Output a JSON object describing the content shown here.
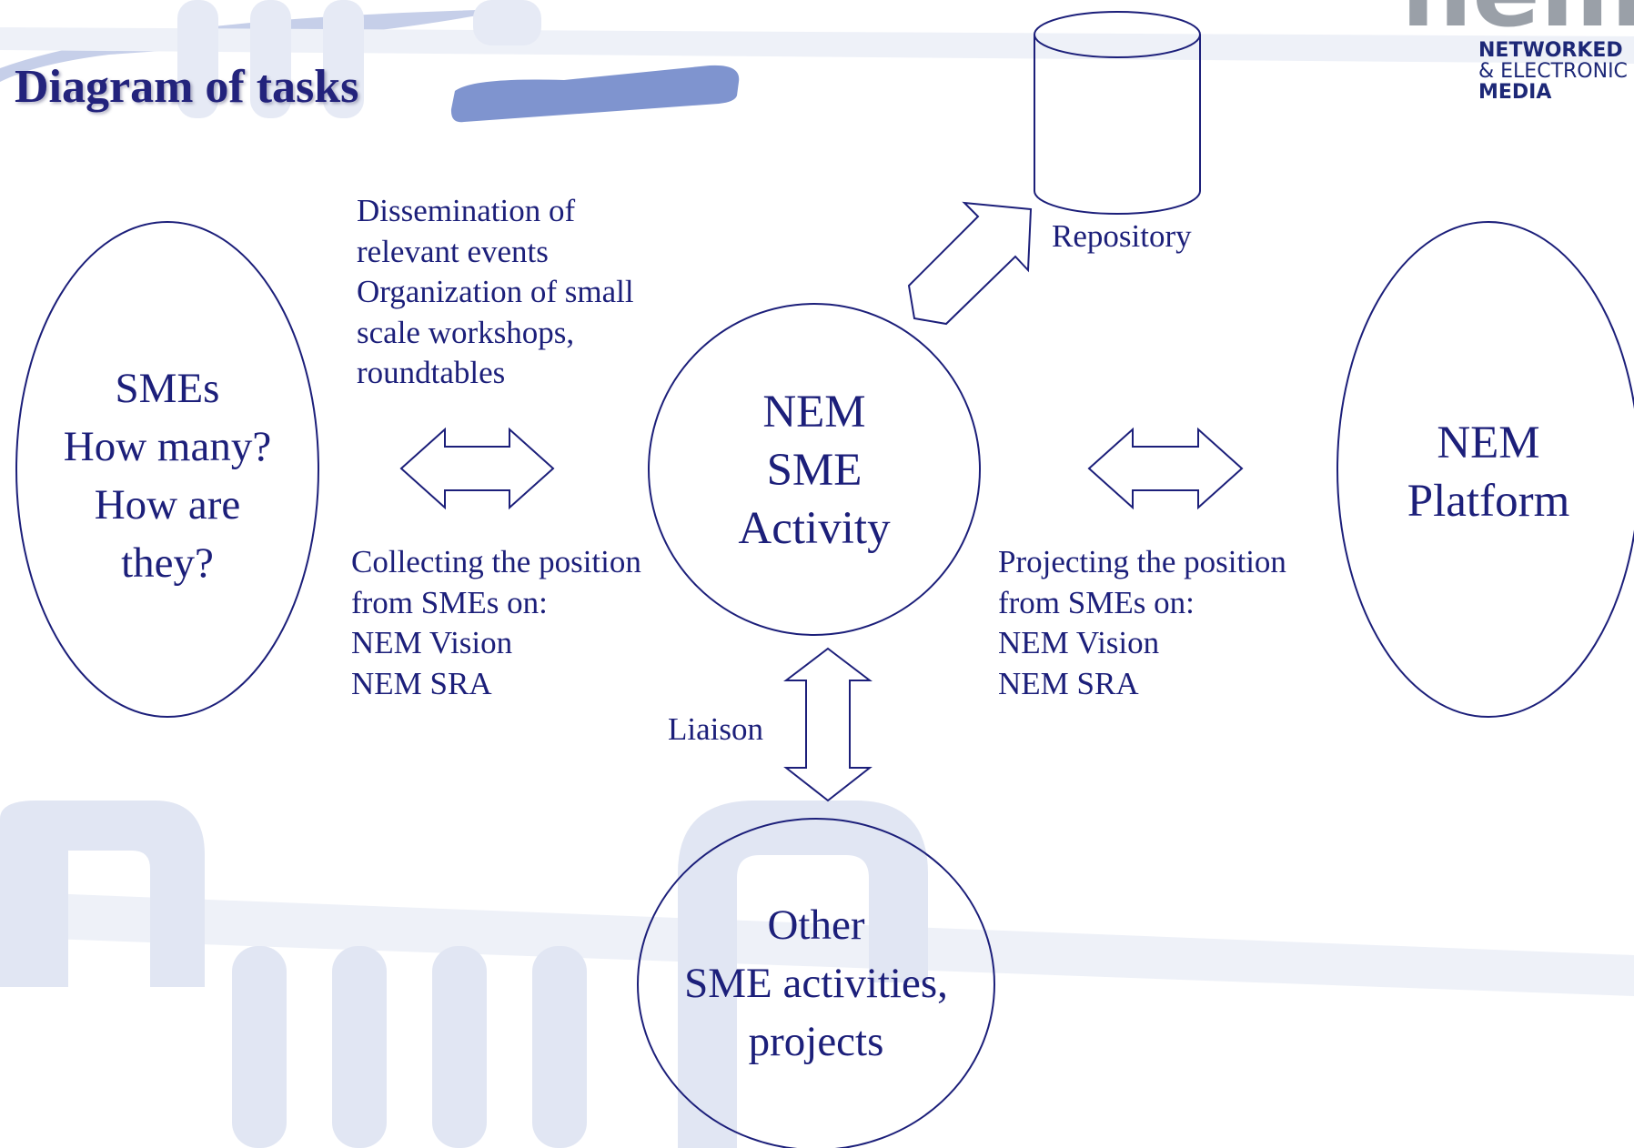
{
  "slide": {
    "title": "Diagram of tasks",
    "logo": {
      "mark": "nem",
      "line1": "NETWORKED",
      "line2": "& ELECTRONIC",
      "line3": "MEDIA"
    }
  },
  "nodes": {
    "smes": [
      "SMEs",
      "How many?",
      "How are",
      "they?"
    ],
    "nem_sme": [
      "NEM",
      "SME",
      "Activity"
    ],
    "nem_platform": [
      "NEM",
      "Platform"
    ],
    "other": [
      "Other",
      "SME activities,",
      "projects"
    ],
    "repository": "Repository"
  },
  "labels": {
    "dissemination": [
      "Dissemination of",
      "relevant events",
      "Organization of small",
      "scale workshops,",
      "roundtables"
    ],
    "collecting": [
      "Collecting the position",
      "from SMEs on:",
      "NEM Vision",
      "NEM SRA"
    ],
    "projecting": [
      "Projecting the position",
      "from SMEs on:",
      "NEM Vision",
      "NEM SRA"
    ],
    "liaison": "Liaison"
  },
  "colors": {
    "stroke": "#1c1f7a",
    "text": "#1c1f7a",
    "watermark": "#dfe4f1",
    "accent_bar": "#7f94cf"
  }
}
